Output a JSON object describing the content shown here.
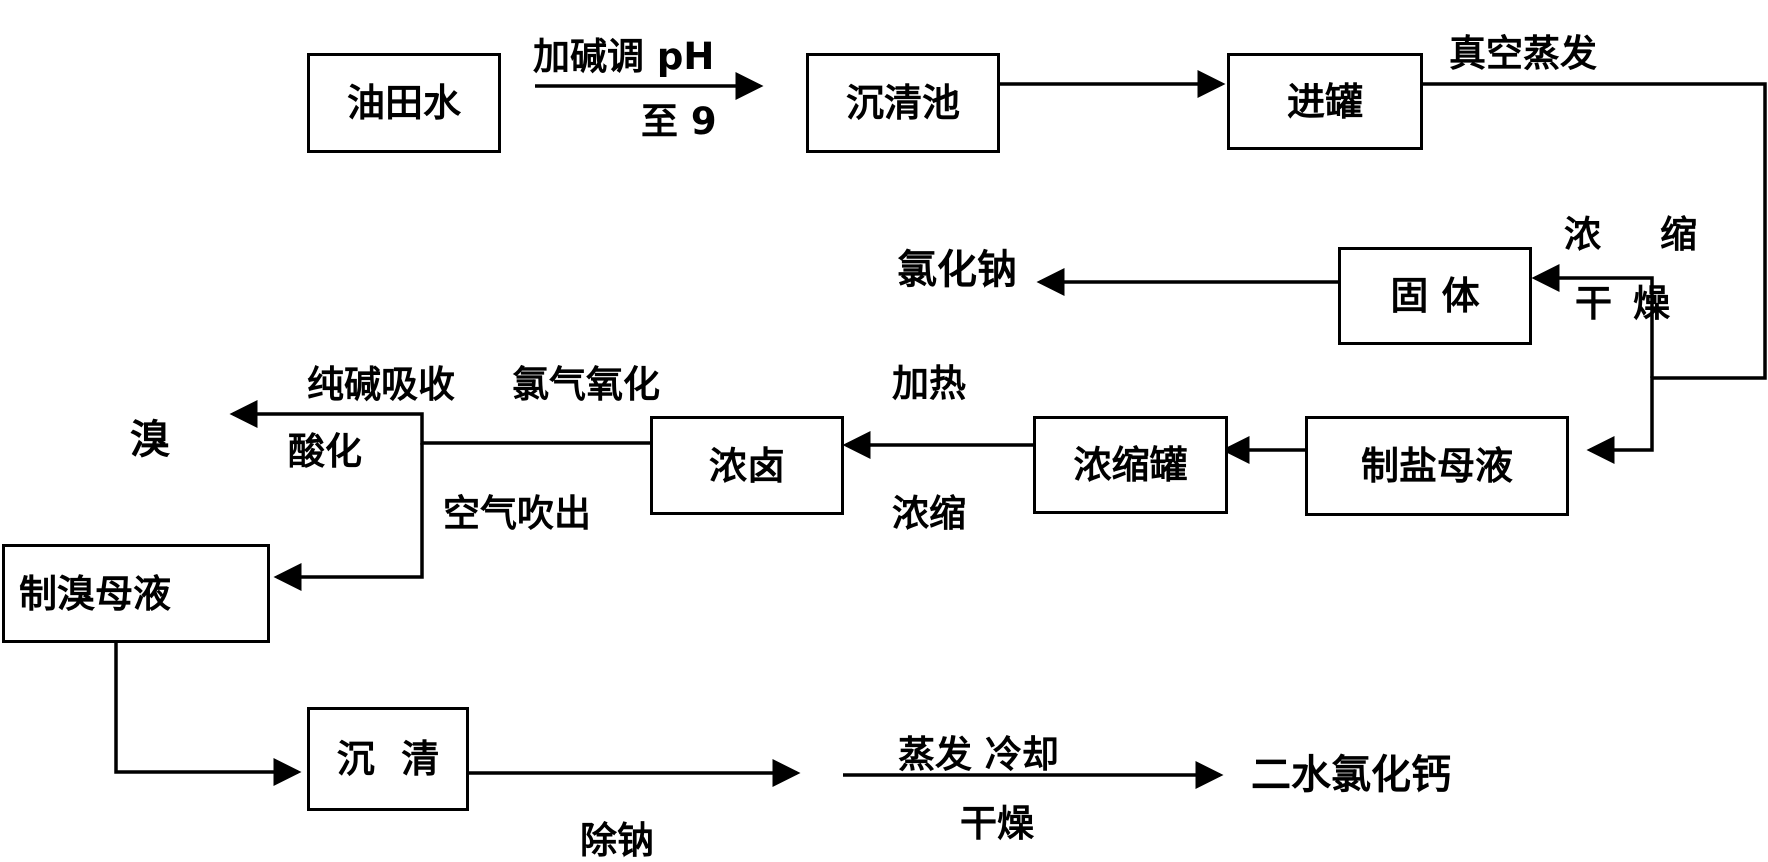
{
  "nodes": {
    "oilfield_water": "油田水",
    "settling_tank": "沉清池",
    "tank_inlet": "进罐",
    "solid": "固 体",
    "salt_mother_liquor": "制盐母液",
    "concentration_tank": "浓缩罐",
    "concentrated_brine": "浓卤",
    "bromine_mother_liquor": "制溴母液",
    "clarify": "沉  清"
  },
  "products": {
    "sodium_chloride": "氯化钠",
    "bromine": "溴",
    "calcium_chloride_dihydrate": "二水氯化钙"
  },
  "labels": {
    "add_alkali": "加碱调 pH",
    "to_9": "至 9",
    "vacuum_evaporation": "真空蒸发",
    "concentrate_a": "浓",
    "concentrate_b": "缩",
    "dry_a": "干",
    "dry_b": "燥",
    "heat": "加热",
    "concentrate": "浓缩",
    "soda_absorption": "纯碱吸收",
    "chlorine_oxidation": "氯气氧化",
    "acidify": "酸化",
    "air_blowout": "空气吹出",
    "remove_sodium": "除钠",
    "evaporate_cool": "蒸发 冷却",
    "dry": "干燥"
  }
}
